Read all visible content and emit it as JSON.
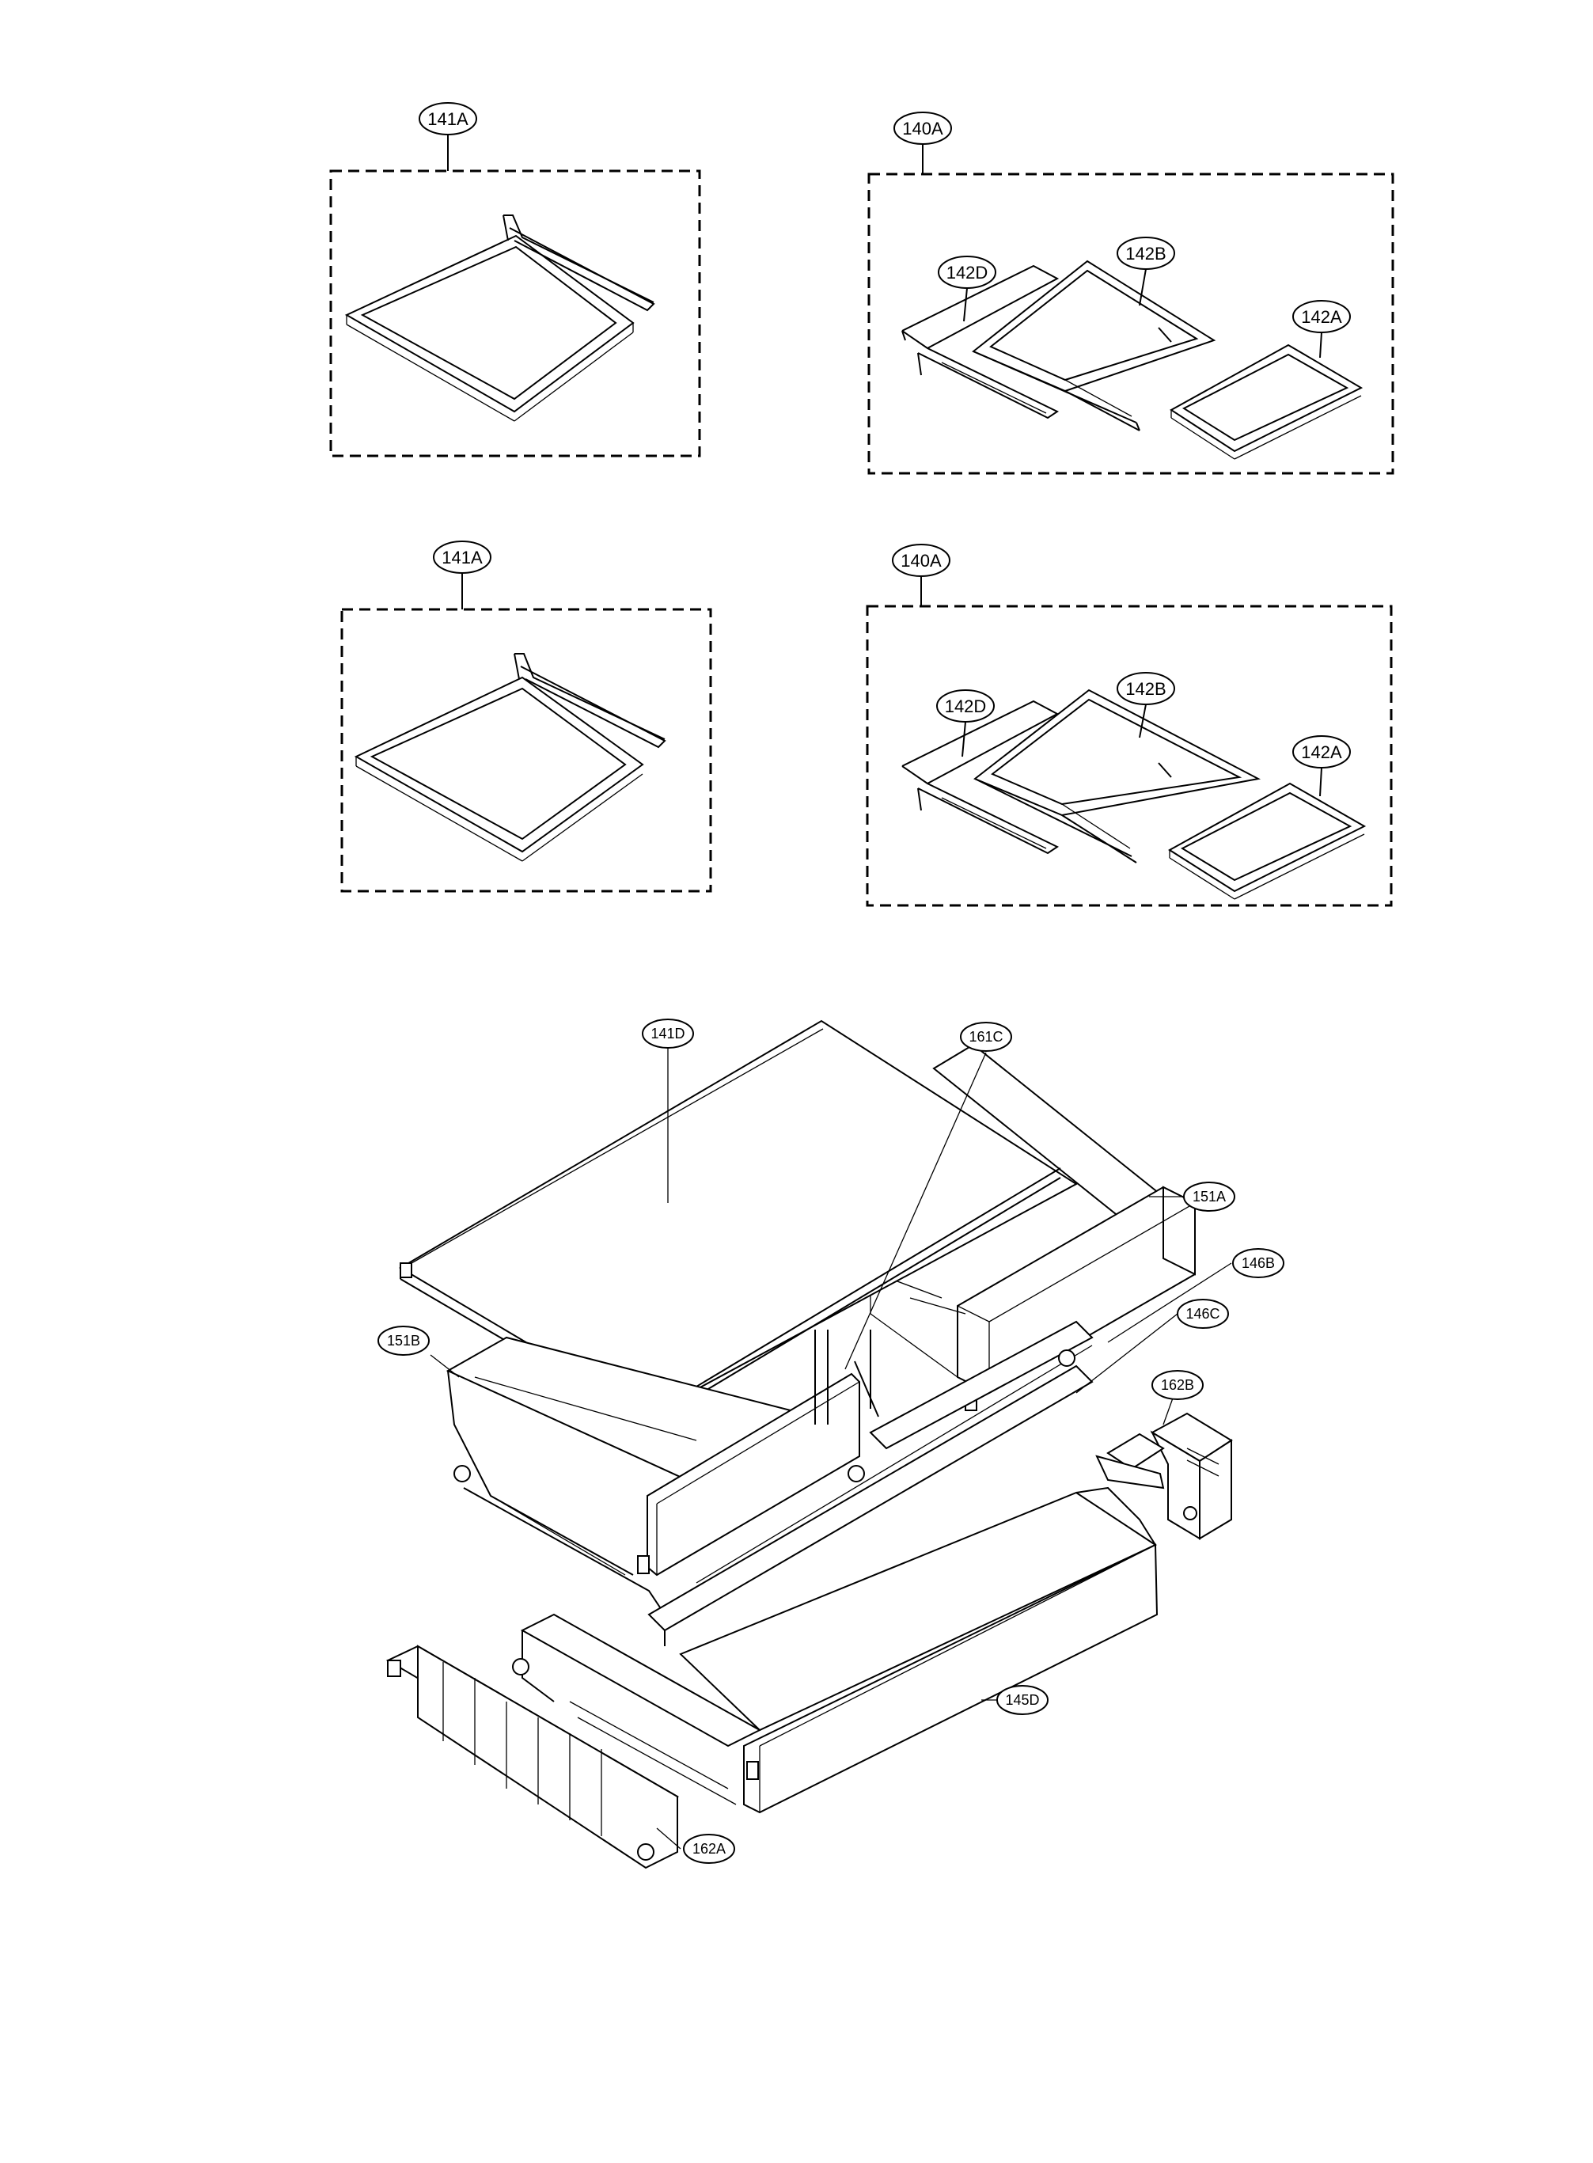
{
  "callouts": {
    "group_tl": "141A",
    "group_tr": "140A",
    "tr_142d": "142D",
    "tr_142b": "142B",
    "tr_142a": "142A",
    "group_ml": "141A",
    "group_mr": "140A",
    "mr_142d": "142D",
    "mr_142b": "142B",
    "mr_142a": "142A",
    "p141d": "141D",
    "p161c": "161C",
    "p151a": "151A",
    "p146b": "146B",
    "p146c": "146C",
    "p151b": "151B",
    "p162b": "162B",
    "p145d": "145D",
    "p162a": "162A"
  }
}
